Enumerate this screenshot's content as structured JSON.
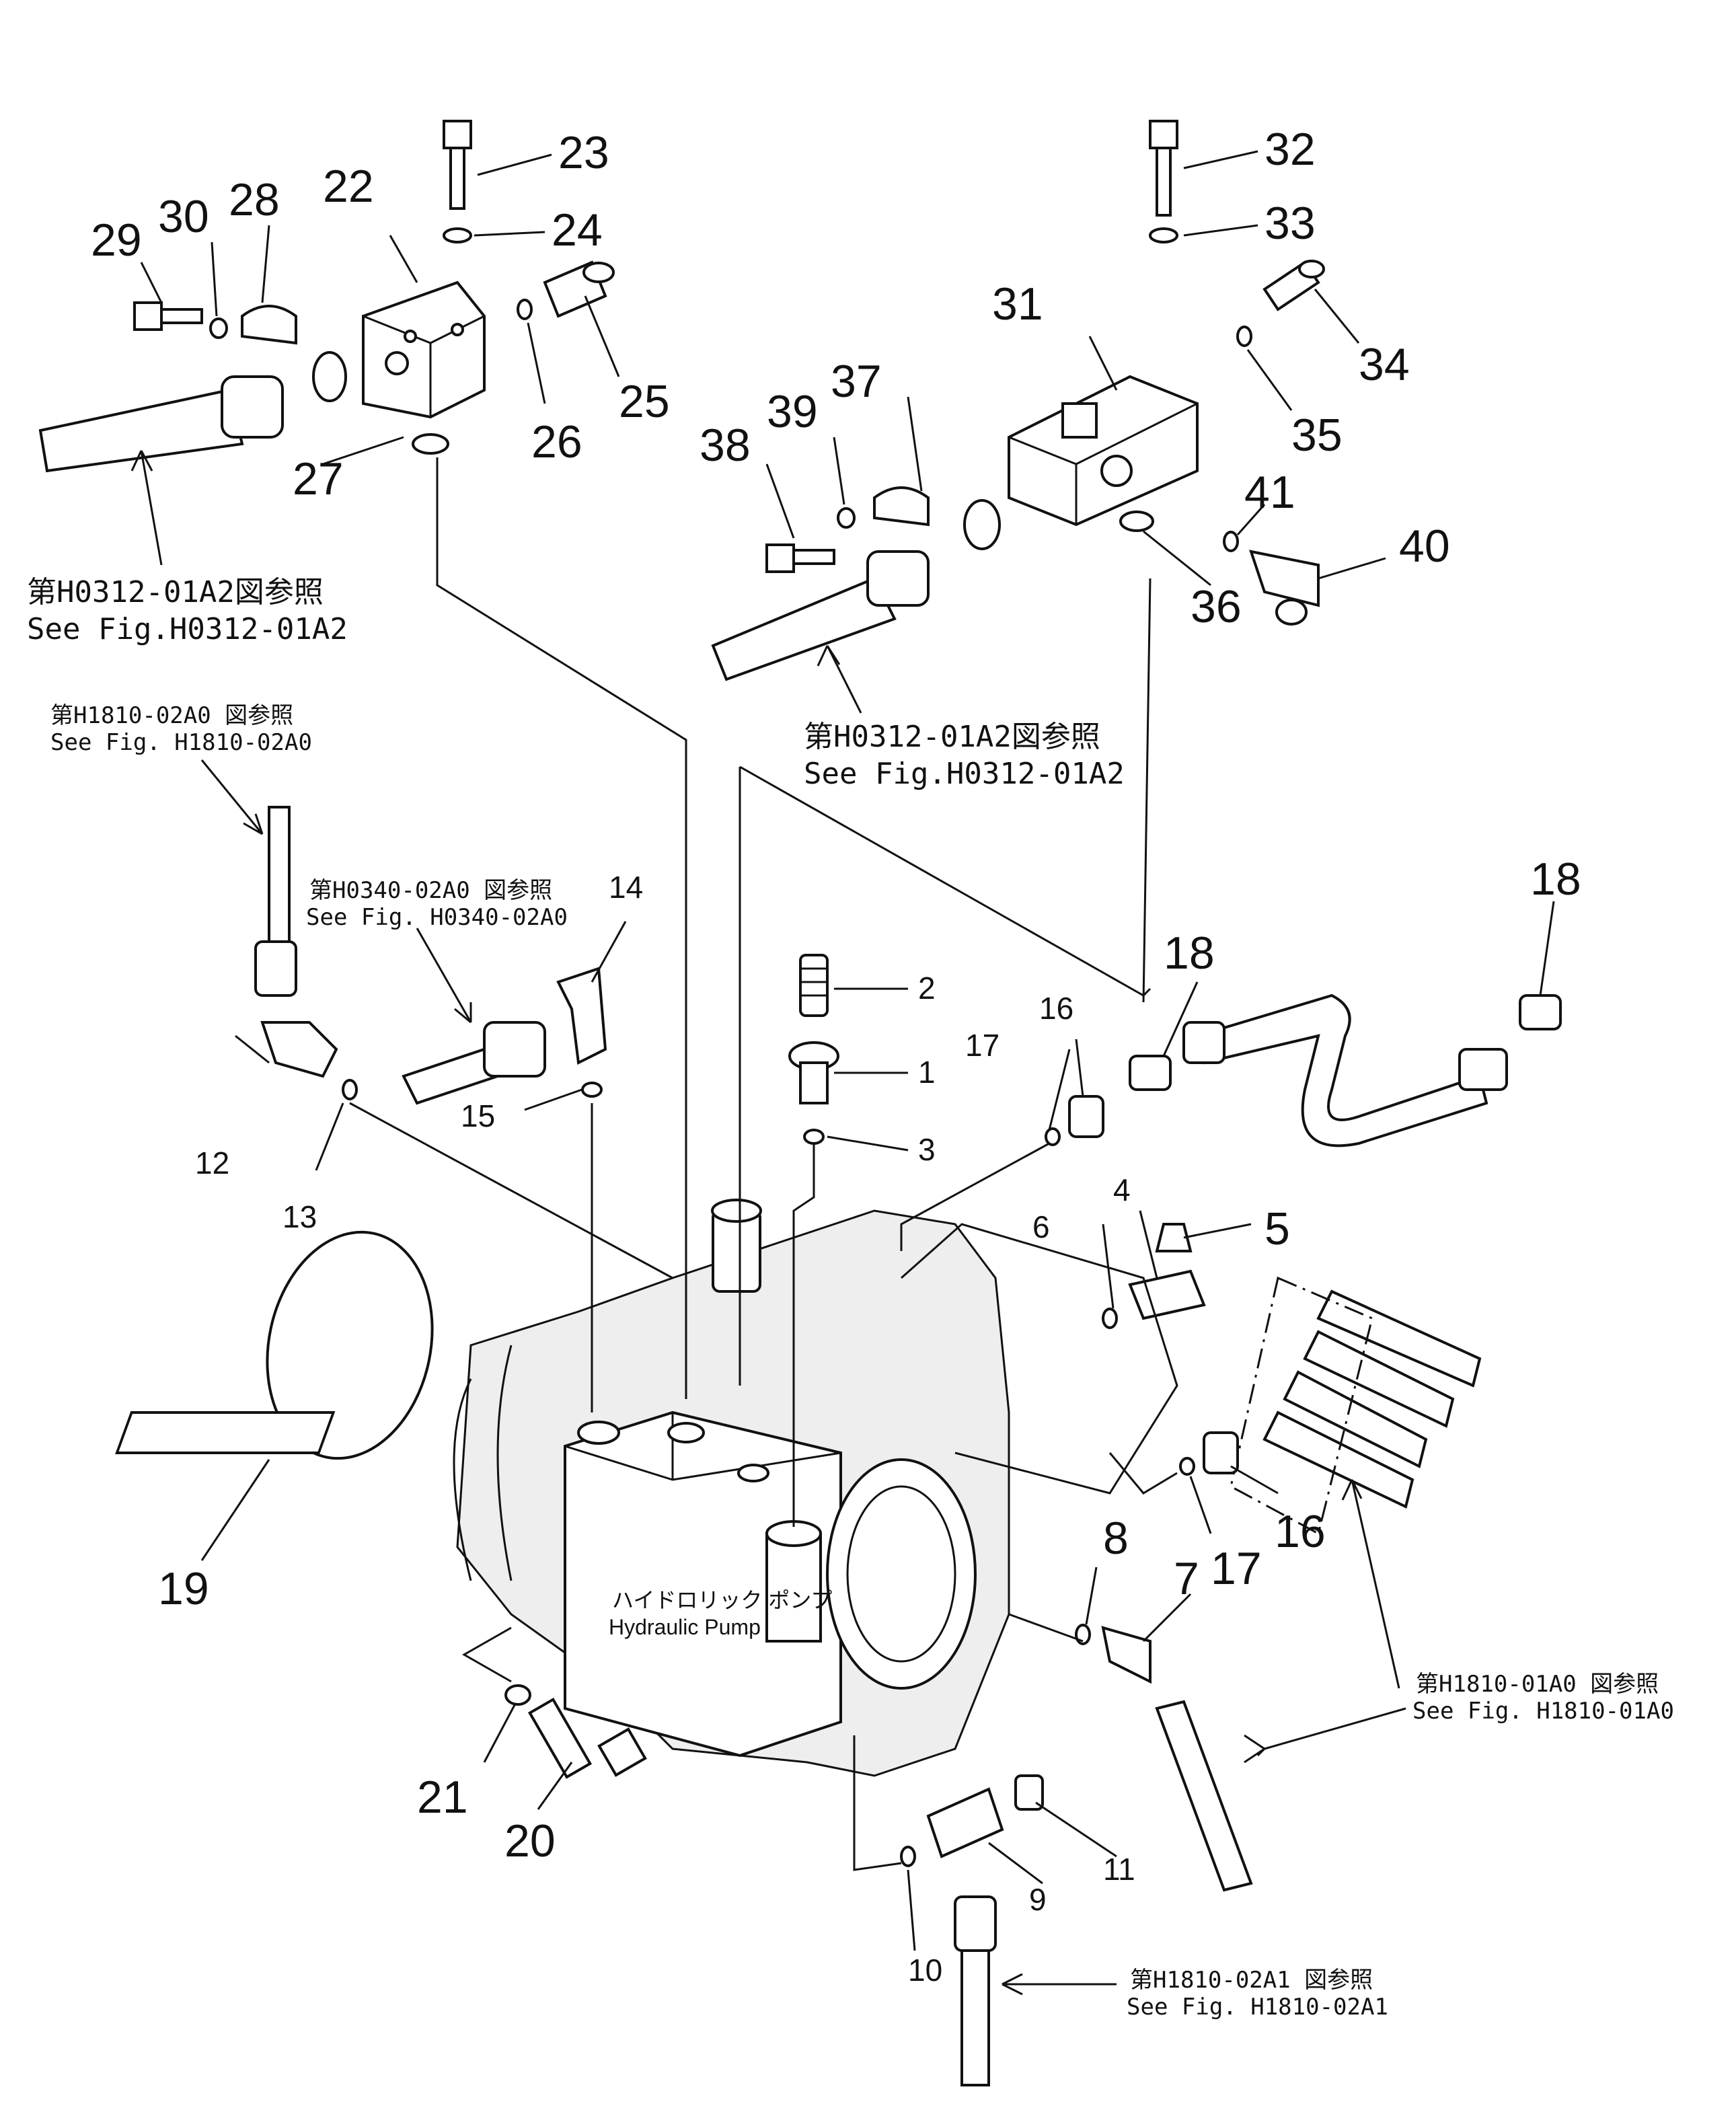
{
  "figure": {
    "pump_label_jp": "ハイドロリック ポンプ",
    "pump_label_en": "Hydraulic Pump"
  },
  "references": {
    "top_left_jp": "第H0312-01A2図参照",
    "top_left_en": "See Fig.H0312-01A2",
    "top_center_jp": "第H0312-01A2図参照",
    "top_center_en": "See Fig.H0312-01A2",
    "mid_left_jp": "第H1810-02A0 図参照",
    "mid_left_en": "See Fig. H1810-02A0",
    "mid_center_jp": "第H0340-02A0 図参照",
    "mid_center_en": "See Fig. H0340-02A0",
    "right_jp": "第H1810-01A0 図参照",
    "right_en": "See Fig. H1810-01A0",
    "bottom_jp": "第H1810-02A1 図参照",
    "bottom_en": "See Fig. H1810-02A1"
  },
  "callouts": {
    "c1": "1",
    "c2": "2",
    "c3": "3",
    "c4": "4",
    "c5": "5",
    "c6": "6",
    "c7": "7",
    "c8": "8",
    "c9": "9",
    "c10": "10",
    "c11": "11",
    "c12": "12",
    "c13": "13",
    "c14": "14",
    "c15": "15",
    "c16a": "16",
    "c16b": "16",
    "c17a": "17",
    "c17b": "17",
    "c18a": "18",
    "c18b": "18",
    "c19": "19",
    "c20": "20",
    "c21": "21",
    "c22": "22",
    "c23": "23",
    "c24": "24",
    "c25": "25",
    "c26": "26",
    "c27": "27",
    "c28": "28",
    "c29": "29",
    "c30": "30",
    "c31": "31",
    "c32": "32",
    "c33": "33",
    "c34": "34",
    "c35": "35",
    "c36": "36",
    "c37": "37",
    "c38": "38",
    "c39": "39",
    "c40": "40",
    "c41": "41"
  }
}
